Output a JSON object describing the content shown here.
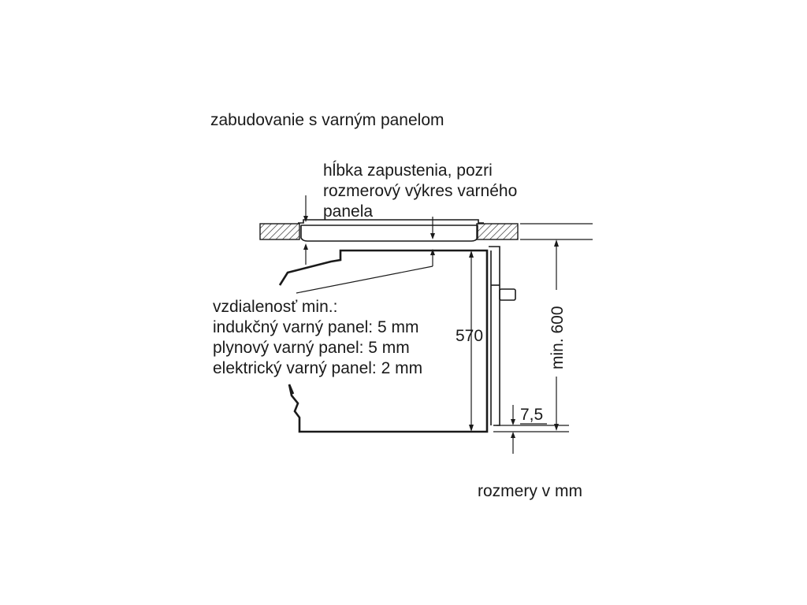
{
  "title": "zabudovanie s varným panelom",
  "depth_note": [
    "hĺbka zapustenia, pozri",
    "rozmerový výkres varného",
    "panela"
  ],
  "distance_note": [
    "vzdialenosť min.:",
    "indukčný varný panel: 5 mm",
    "plynový varný panel: 5 mm",
    "elektrický varný panel: 2 mm"
  ],
  "dimensions": {
    "oven_height": "570",
    "niche_height": "min. 600",
    "bottom_offset": "7,5"
  },
  "units_note": "rozmery v mm"
}
